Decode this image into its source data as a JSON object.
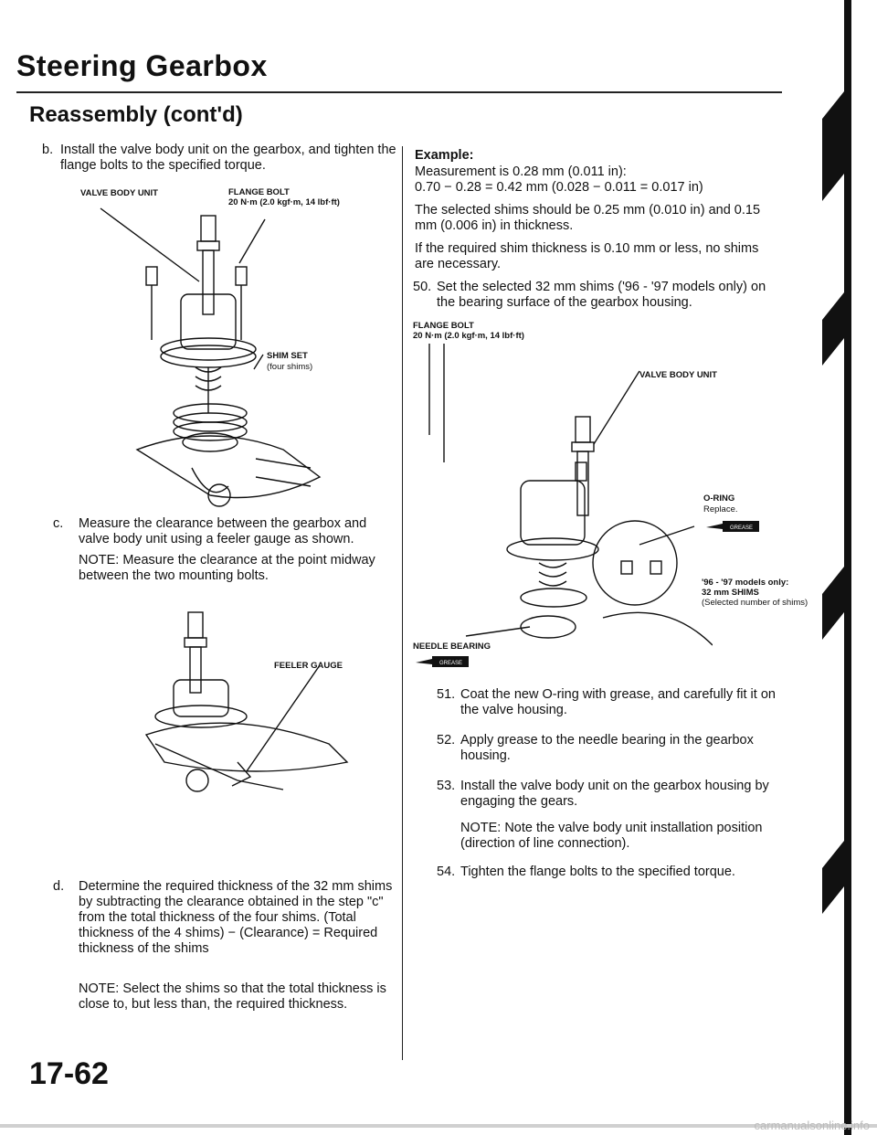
{
  "header": {
    "title": "Steering Gearbox",
    "section": "Reassembly (cont'd)"
  },
  "left": {
    "step_b": {
      "num": "b.",
      "text": "Install the valve body unit on the gearbox, and tighten the flange bolts to the specified torque."
    },
    "fig1": {
      "valve_body_unit": "VALVE BODY UNIT",
      "flange_bolt": "FLANGE BOLT",
      "torque": "20 N·m (2.0 kgf·m, 14 lbf·ft)",
      "shim_set": "SHIM SET",
      "shim_note": "(four shims)"
    },
    "step_c": {
      "num": "c.",
      "text": "Measure the clearance between the gearbox and valve body unit using a feeler gauge as shown.",
      "note": "NOTE: Measure the clearance at the point midway between the two mounting bolts."
    },
    "fig2": {
      "feeler_gauge": "FEELER GAUGE"
    },
    "step_d": {
      "num": "d.",
      "text": "Determine the required thickness of the 32 mm shims by subtracting the clearance obtained in the step \"c\" from the total thickness of the four shims. (Total thickness of the 4 shims) − (Clearance) = Required thickness of the shims",
      "note": "NOTE: Select the shims so that the total thickness is close to, but less than, the required thickness."
    }
  },
  "right": {
    "example_label": "Example:",
    "example_line1": "Measurement is 0.28 mm (0.011 in):",
    "example_line2": "0.70 − 0.28 = 0.42 mm (0.028 − 0.011 = 0.017 in)",
    "selected": "The selected shims should be 0.25 mm (0.010 in) and 0.15 mm (0.006 in) in thickness.",
    "required": "If the required shim thickness is 0.10 mm or less, no shims are necessary.",
    "step50": {
      "num": "50.",
      "text": "Set the selected 32 mm shims ('96 - '97 models only) on the bearing surface of the gearbox housing."
    },
    "fig3": {
      "flange_bolt": "FLANGE BOLT",
      "torque": "20 N·m (2.0 kgf·m, 14 lbf·ft)",
      "valve_body_unit": "VALVE BODY UNIT",
      "oring": "O-RING",
      "oring_note": "Replace.",
      "models": "'96 - '97 models only:",
      "shims": "32 mm SHIMS",
      "shims_note": "(Selected number of shims)",
      "needle_bearing": "NEEDLE BEARING",
      "grease": "GREASE"
    },
    "step51": {
      "num": "51.",
      "text": "Coat the new O-ring with grease, and carefully fit it on the valve housing."
    },
    "step52": {
      "num": "52.",
      "text": "Apply grease to the needle bearing in the gearbox housing."
    },
    "step53": {
      "num": "53.",
      "text": "Install the valve body unit on the gearbox housing by engaging the gears.",
      "note": "NOTE: Note the valve body unit installation position (direction of line connection)."
    },
    "step54": {
      "num": "54.",
      "text": "Tighten the flange bolts to the specified torque."
    }
  },
  "footer": {
    "page_number": "17-62",
    "watermark": "carmanualsonline.info"
  }
}
